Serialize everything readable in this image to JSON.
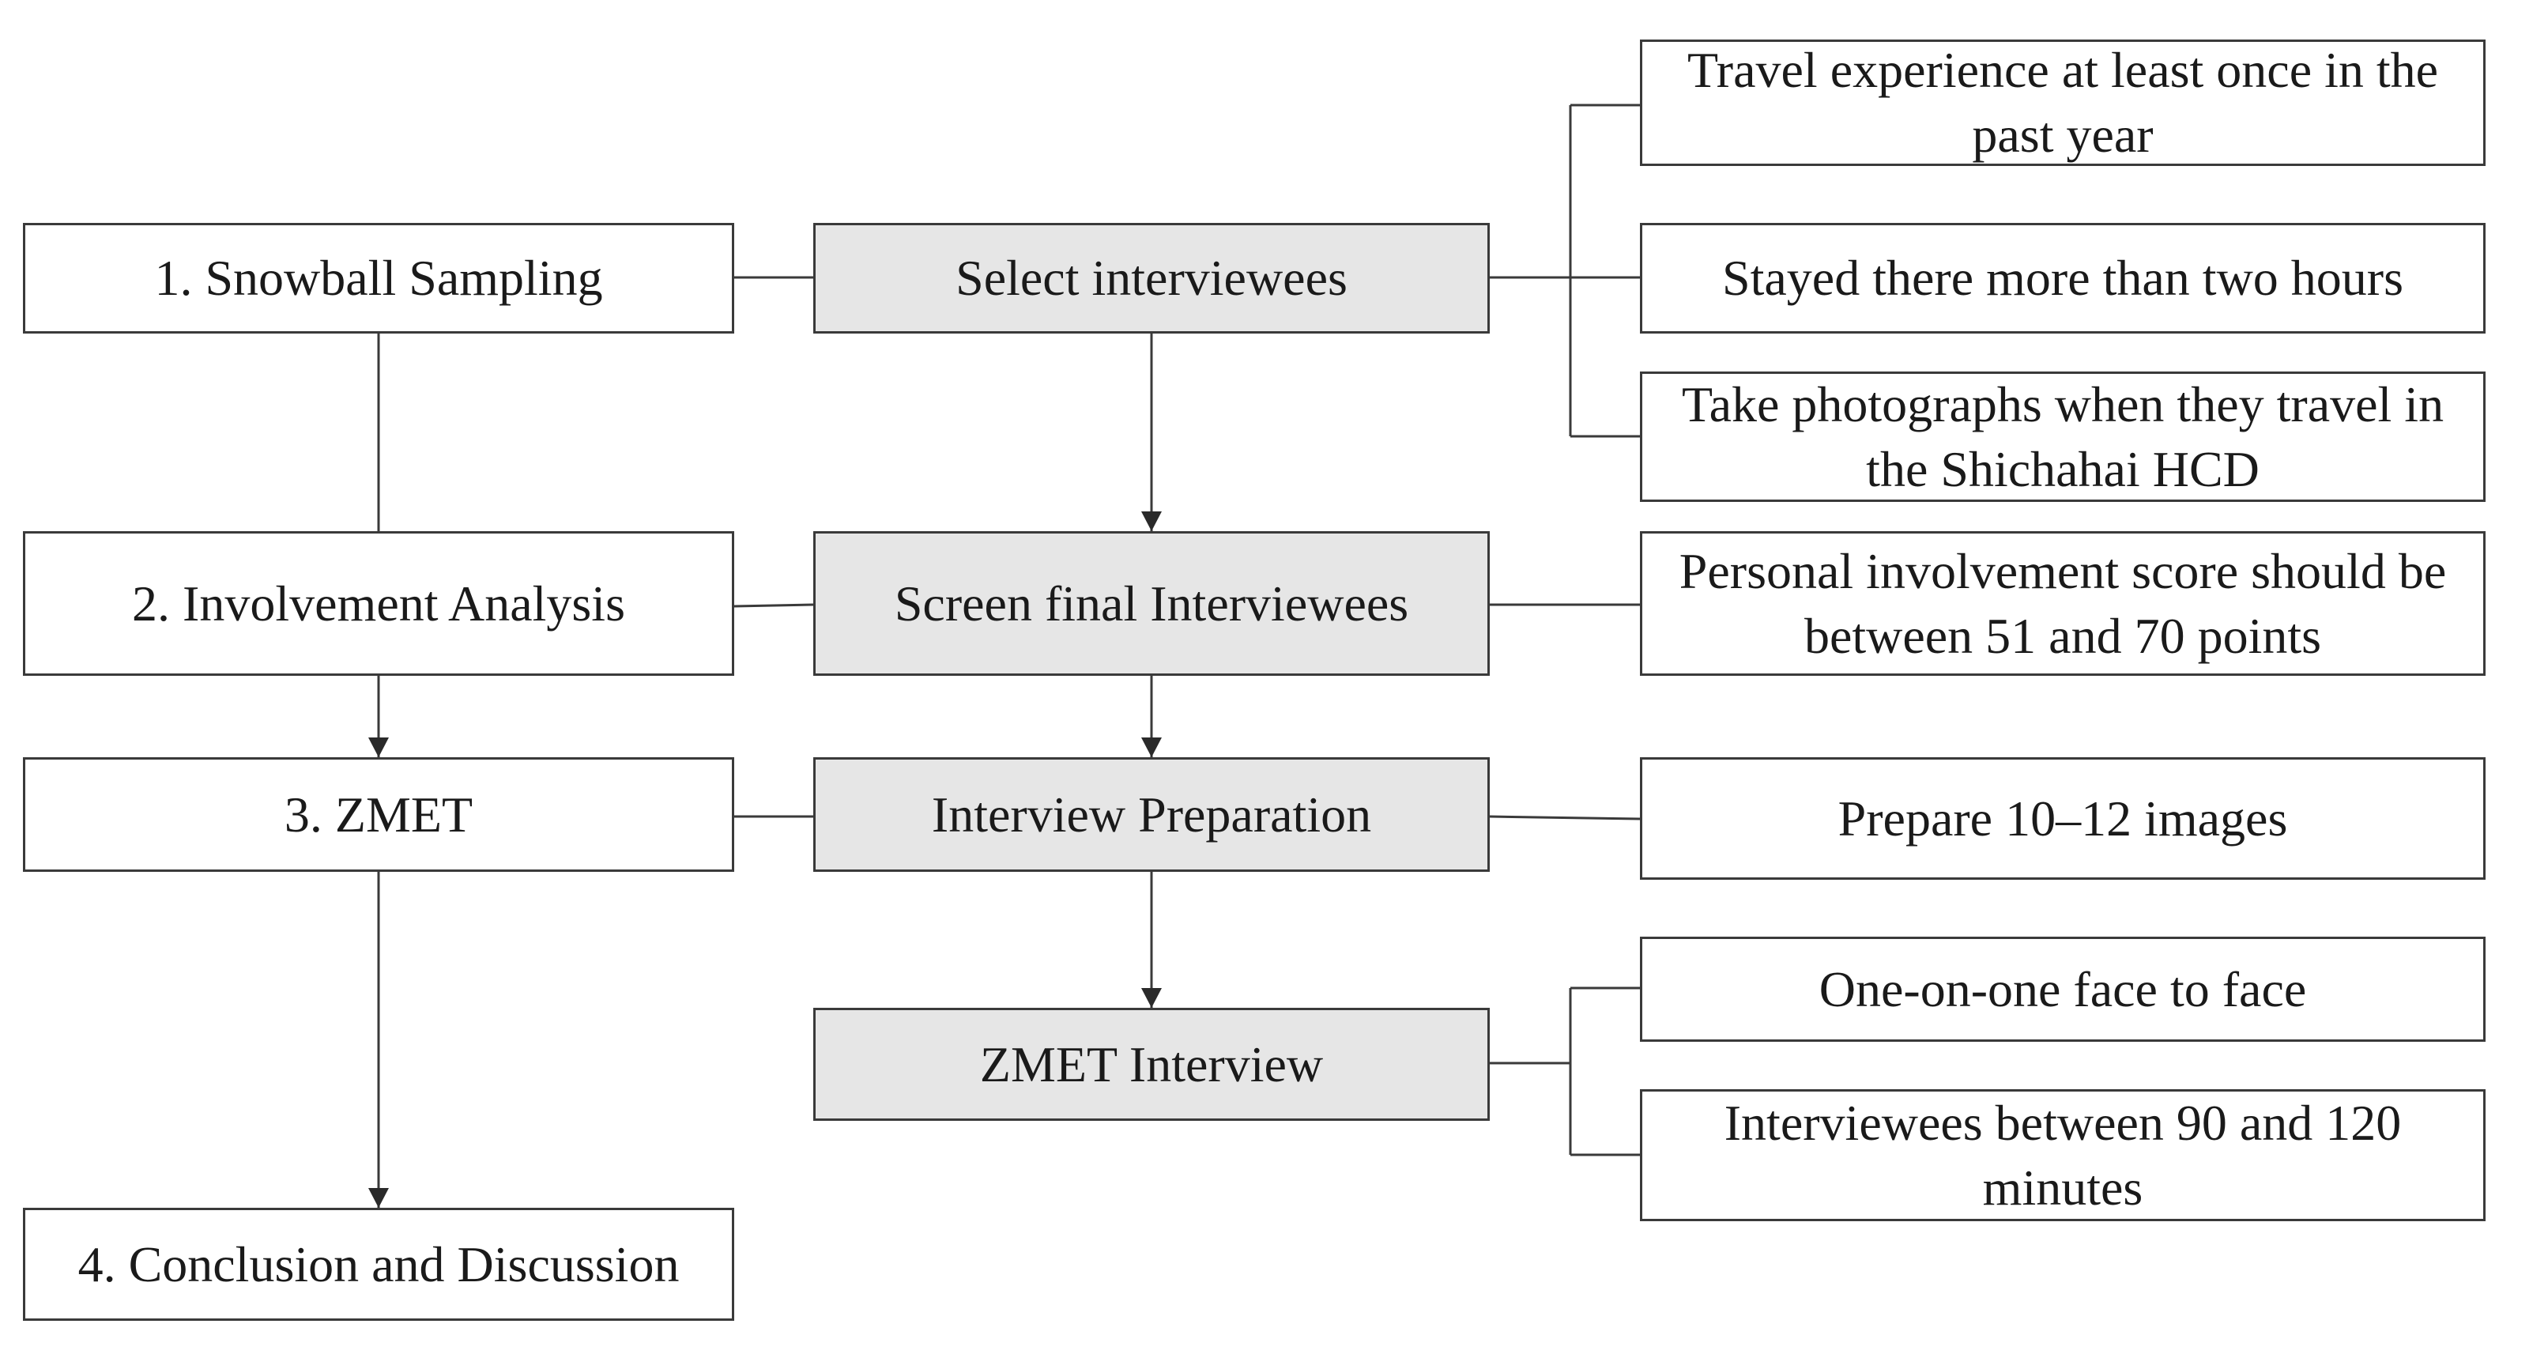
{
  "steps": {
    "step1": "1. Snowball Sampling",
    "step2": "2. Involvement Analysis",
    "step3": "3. ZMET",
    "step4": "4. Conclusion and Discussion"
  },
  "process": {
    "select": "Select interviewees",
    "screen": "Screen final Interviewees",
    "prep": "Interview Preparation",
    "interview": "ZMET Interview"
  },
  "criteria": {
    "travel": "Travel experience at least once in the past year",
    "stayed": "Stayed there more than two hours",
    "photos": "Take photographs when they travel in the Shichahai HCD",
    "score": "Personal involvement score should be between 51 and 70 points",
    "images": "Prepare 10–12 images",
    "face": "One-on-one face to face",
    "minutes": "Interviewees  between 90 and 120 minutes"
  },
  "colors": {
    "line": "#3a3a3a",
    "process_fill": "#e6e6e6",
    "box_fill": "#ffffff"
  }
}
